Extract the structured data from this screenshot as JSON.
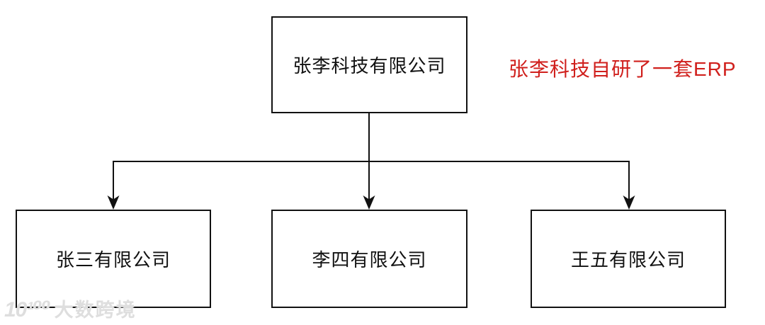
{
  "diagram": {
    "type": "org-chart",
    "root": {
      "label": "张李科技有限公司"
    },
    "children": [
      {
        "label": "张三有限公司"
      },
      {
        "label": "李四有限公司"
      },
      {
        "label": "王五有限公司"
      }
    ],
    "annotation": {
      "text": "张李科技自研了一套ERP",
      "color": "#d0201d"
    },
    "line_color": "#111111",
    "box_border_color": "#111111",
    "background_color": "#ffffff"
  },
  "watermark": {
    "logo": "10¹⁰⁰",
    "text": "大数跨境"
  }
}
